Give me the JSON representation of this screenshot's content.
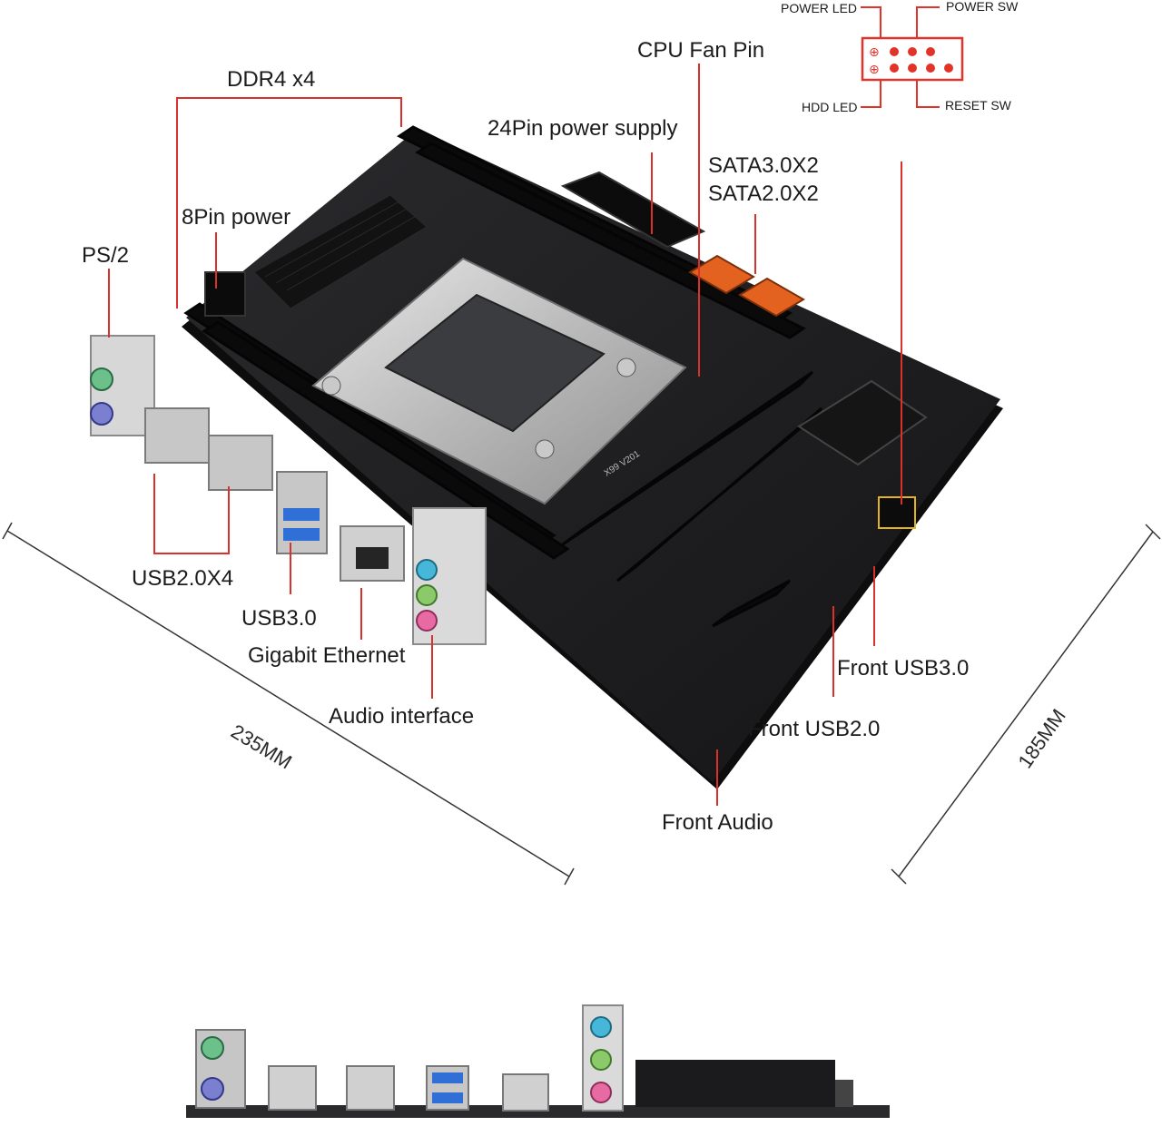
{
  "labels": {
    "ddr4": "DDR4 x4",
    "cpu_fan": "CPU Fan Pin",
    "power_24pin": "24Pin power supply",
    "sata3": "SATA3.0X2",
    "sata2": "SATA2.0X2",
    "power_8pin": "8Pin power",
    "ps2": "PS/2",
    "usb20": "USB2.0X4",
    "usb30": "USB3.0",
    "ethernet": "Gigabit Ethernet",
    "audio": "Audio interface",
    "front_usb30": "Front USB3.0",
    "front_usb20": "Front USB2.0",
    "front_audio": "Front Audio"
  },
  "front_panel": {
    "power_led": "POWER LED",
    "power_sw": "POWER SW",
    "hdd_led": "HDD LED",
    "reset_sw": "RESET SW"
  },
  "dimensions": {
    "width": "235MM",
    "depth": "185MM"
  },
  "board_marking": "X99 V201",
  "colors": {
    "leader": "#d9322a",
    "pcb": "#1e1e20",
    "sata": "#e4621f",
    "usb3": "#2f6fd6",
    "audio_blue": "#46b7d8",
    "audio_green": "#8bc96b",
    "audio_pink": "#e86aa3",
    "ps2_green": "#6cc08a",
    "ps2_purple": "#7b7fd0"
  }
}
